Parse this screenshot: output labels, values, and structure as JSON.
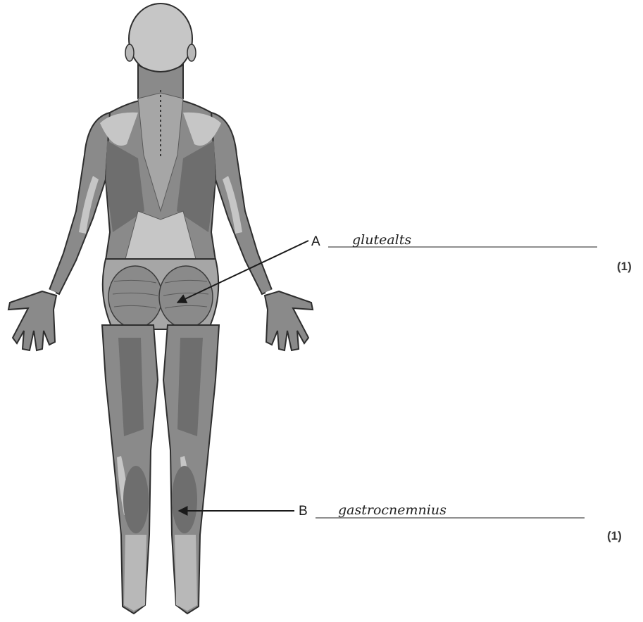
{
  "labels": [
    {
      "letter": "A",
      "answer": "glutealts",
      "marks": "(1)"
    },
    {
      "letter": "B",
      "answer": "gastrocnemnius",
      "marks": "(1)"
    }
  ],
  "colors": {
    "skin_light": "#c6c6c6",
    "muscle_mid": "#8a8a8a",
    "muscle_dark": "#6e6e6e",
    "muscle_darker": "#5a5a5a",
    "outline": "#2e2e2e",
    "leader_line": "#1a1a1a"
  }
}
